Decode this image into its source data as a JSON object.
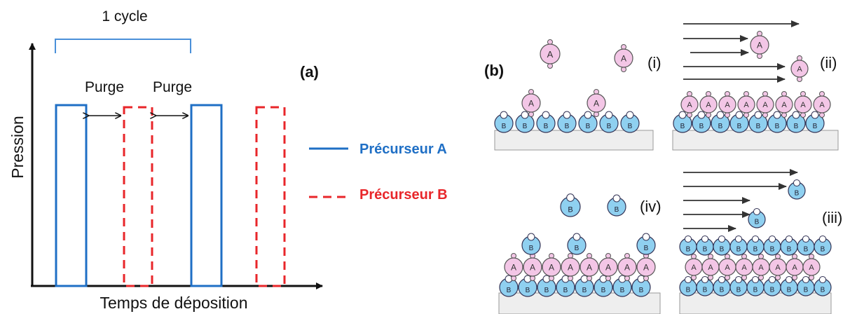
{
  "panel_a": {
    "label": "(a)",
    "cycle_label": "1 cycle",
    "purge_1": "Purge",
    "purge_2": "Purge",
    "y_axis": "Pression",
    "x_axis": "Temps de déposition",
    "legend_a": "Précurseur A",
    "legend_b": "Précurseur B",
    "color_a": "#1f6fc5",
    "color_b": "#e8262a"
  },
  "panel_b": {
    "label": "(b)",
    "step_i": "(i)",
    "step_ii": "(ii)",
    "step_iii": "(iii)",
    "step_iv": "(iv)",
    "molecule_a": "A",
    "molecule_b": "B",
    "color_a": "#f3c6e6",
    "color_b": "#8fd0f0",
    "substrate_color": "#eeeeee"
  }
}
